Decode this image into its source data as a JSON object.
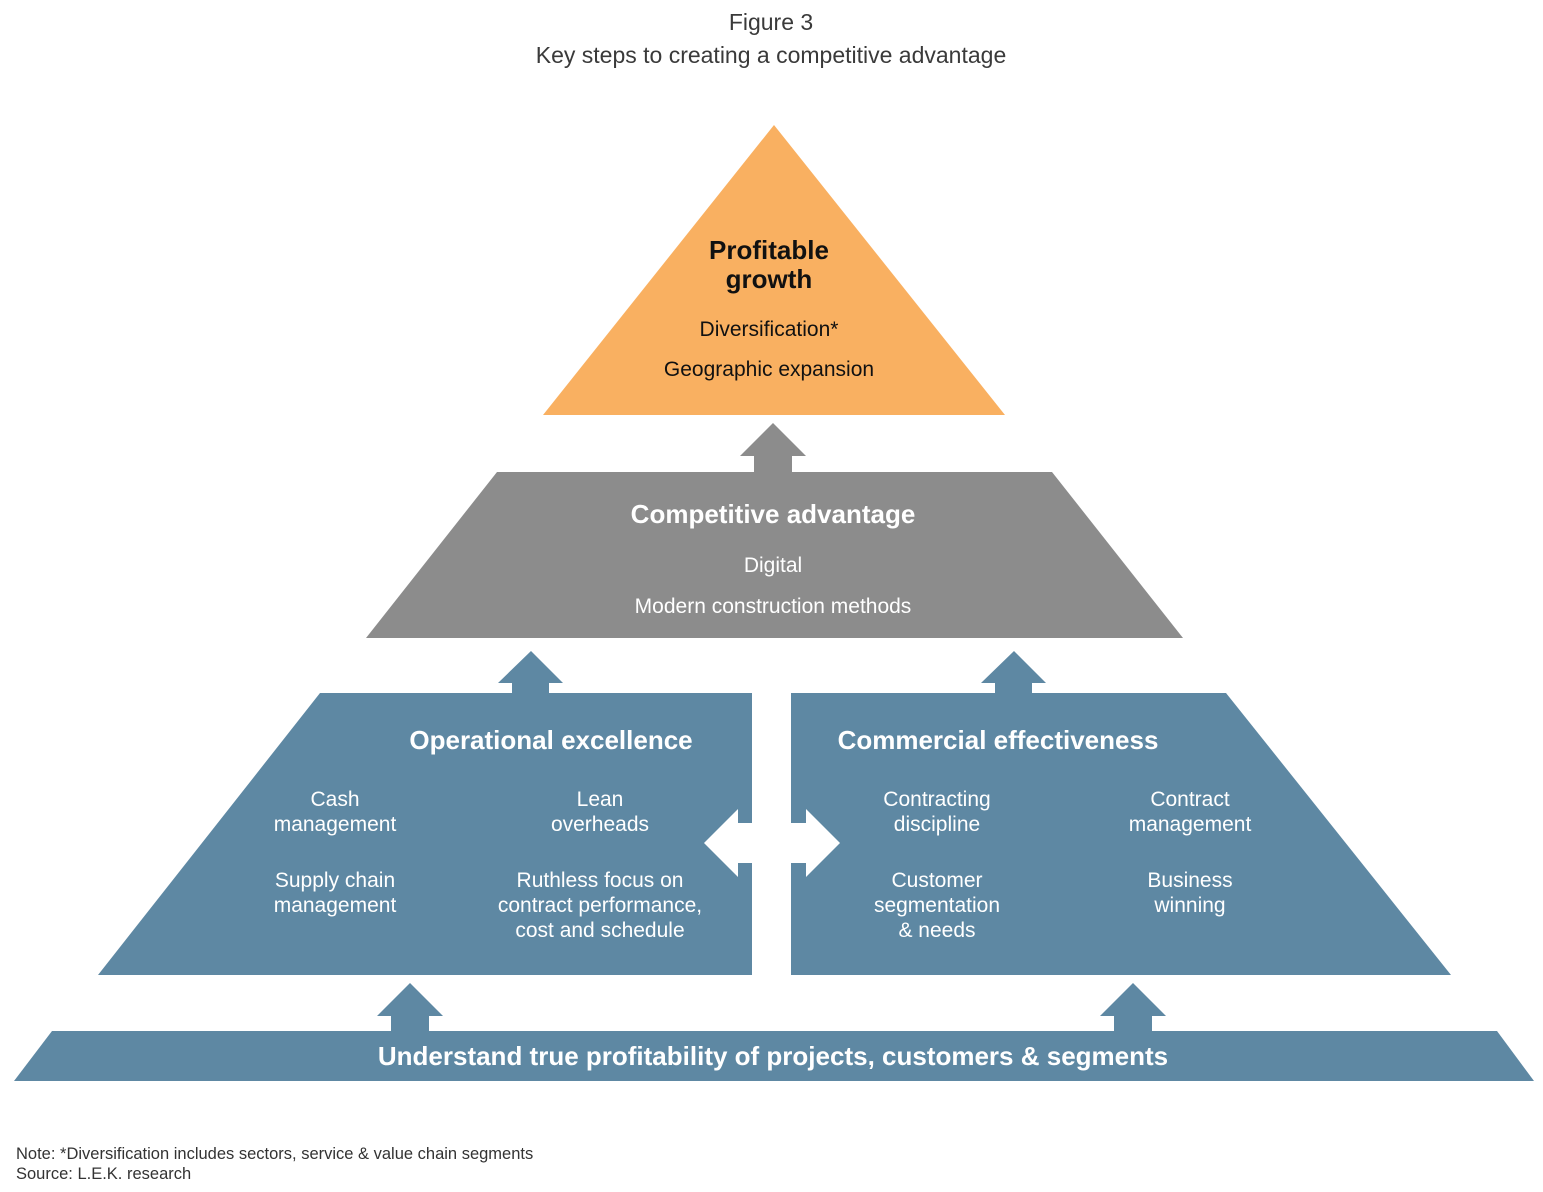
{
  "header": {
    "figure_label": "Figure 3",
    "title": "Key steps to creating a competitive advantage"
  },
  "colors": {
    "apex": "#f9b061",
    "middle": "#8c8c8c",
    "blue": "#5e88a3",
    "header_text": "#3a3a3a"
  },
  "apex": {
    "title_line1": "Profitable",
    "title_line2": "growth",
    "items": [
      "Diversification*",
      "Geographic expansion"
    ]
  },
  "middle": {
    "title": "Competitive advantage",
    "items": [
      "Digital",
      "Modern construction methods"
    ]
  },
  "operational": {
    "title": "Operational excellence",
    "cash": [
      "Cash",
      "management"
    ],
    "lean": [
      "Lean",
      "overheads"
    ],
    "supply": [
      "Supply chain",
      "management"
    ],
    "ruthless": [
      "Ruthless focus on",
      "contract performance,",
      "cost and schedule"
    ]
  },
  "commercial": {
    "title": "Commercial effectiveness",
    "contracting": [
      "Contracting",
      "discipline"
    ],
    "contract_mgmt": [
      "Contract",
      "management"
    ],
    "customer": [
      "Customer",
      "segmentation",
      "& needs"
    ],
    "business": [
      "Business",
      "winning"
    ]
  },
  "base": {
    "title": "Understand true profitability of projects, customers & segments"
  },
  "notes": {
    "note": "Note: *Diversification includes sectors, service & value chain segments",
    "source": "Source: L.E.K. research"
  }
}
